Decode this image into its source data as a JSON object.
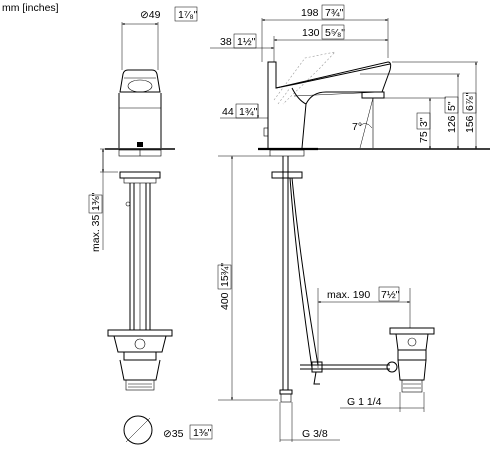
{
  "units_label": "mm [inches]",
  "dimensions": {
    "top_diameter": {
      "mm": "⊘49",
      "inch": "1⁷⁄₈\""
    },
    "overall_length": {
      "mm": "198",
      "inch": "7¾\""
    },
    "body_length": {
      "mm": "130",
      "inch": "5⁵⁄₈\""
    },
    "lever_offset": {
      "mm": "38",
      "inch": "1½\""
    },
    "spout_height": {
      "mm": "44",
      "inch": "1¾\""
    },
    "outlet_height": {
      "mm": "75",
      "inch": "3\""
    },
    "height_126": {
      "mm": "126",
      "inch": "5\""
    },
    "height_156": {
      "mm": "156",
      "inch": "6⅞\""
    },
    "counter_thickness": {
      "prefix": "max.",
      "mm": "35",
      "inch": "1⅜\""
    },
    "hose_length": {
      "mm": "400",
      "inch": "15¾\""
    },
    "drain_reach": {
      "prefix": "max.",
      "mm": "190",
      "inch": "7½\""
    },
    "base_diameter": {
      "mm": "⊘35",
      "inch": "1⅜\""
    },
    "angle": "7°",
    "thread_drain": "G 1 1/4",
    "thread_supply": "G 3/8"
  }
}
